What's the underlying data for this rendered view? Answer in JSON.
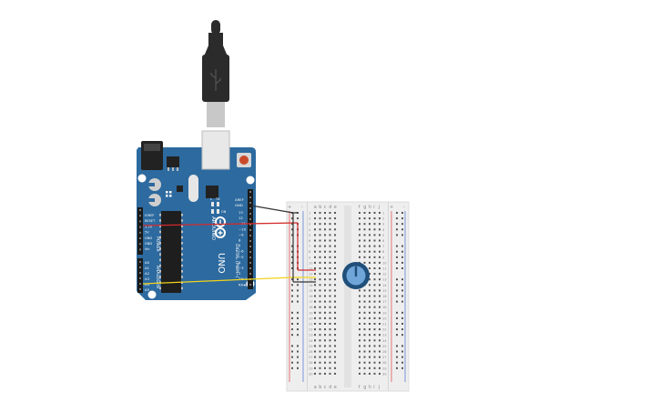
{
  "colors": {
    "background": "#ffffff",
    "board": "#2d6a9f",
    "board_dark": "#1f4f7a",
    "breadboard": "#eeeeee",
    "hole": "#555555",
    "rail_red": "#e25555",
    "rail_blue": "#5b7fd6",
    "wire_black": "#333333",
    "wire_red": "#d42a2a",
    "wire_yellow": "#f2d31b",
    "usb_cable": "#2b2b2b",
    "pot_body": "#1f4f7a",
    "pot_knob": "#6fa5d9"
  },
  "arduino": {
    "name": "UNO",
    "brand": "ARDUINO",
    "label_digital": "DIGITAL (PWM~)",
    "label_power": "POWER",
    "label_analog": "ANALOG IN",
    "label_tx": "TX",
    "label_rx": "RX",
    "label_l": "L",
    "label_on": "ON",
    "pin_aref": "AREF",
    "pin_gnd": "GND",
    "digital_pins": [
      "13",
      "12",
      "~11",
      "~10",
      "~9",
      "8",
      "7",
      "~6",
      "~5",
      "4",
      "~3",
      "2",
      "TX▸1",
      "RX◂0"
    ],
    "power_pins": [
      "IOREF",
      "RESET",
      "3.3V",
      "5V",
      "GND",
      "GND",
      "Vin"
    ],
    "analog_pins": [
      "A0",
      "A1",
      "A2",
      "A3",
      "A4",
      "A5"
    ]
  },
  "breadboard": {
    "columns_left": [
      "a",
      "b",
      "c",
      "d",
      "e"
    ],
    "columns_right": [
      "f",
      "g",
      "h",
      "i",
      "j"
    ],
    "row_count": 30,
    "rail_plus": "+",
    "rail_minus": "-"
  },
  "components": [
    {
      "name": "potentiometer",
      "icon": "potentiometer-icon"
    },
    {
      "name": "usb-cable",
      "icon": "usb-plug-icon"
    }
  ],
  "wires": [
    {
      "name": "gnd-wire",
      "color": "#333333"
    },
    {
      "name": "5v-wire",
      "color": "#d42a2a"
    },
    {
      "name": "signal-wire",
      "color": "#f2d31b"
    }
  ]
}
